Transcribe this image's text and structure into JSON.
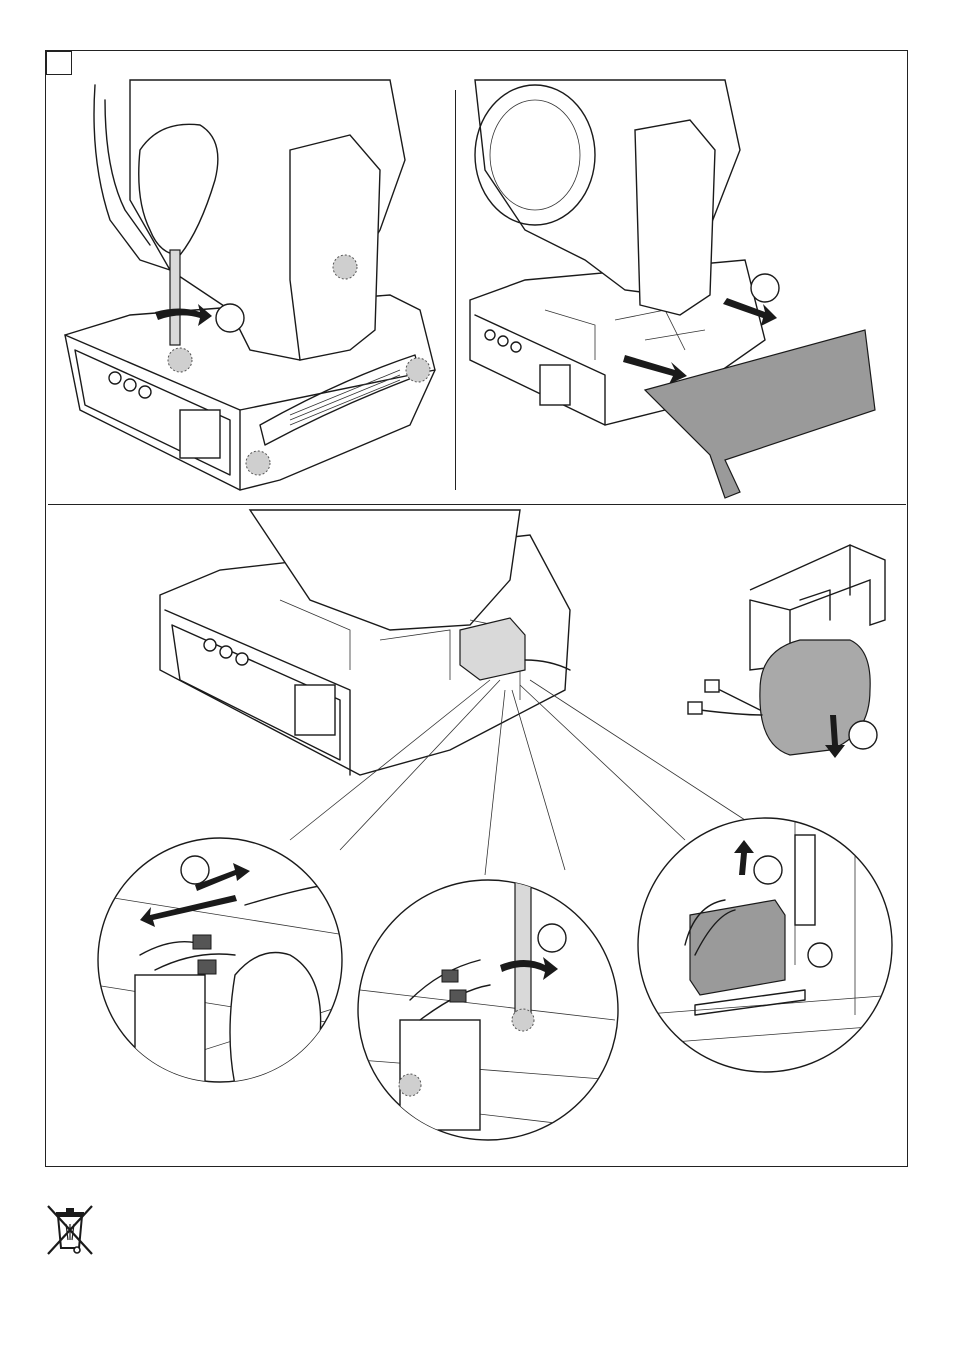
{
  "page": {
    "step_marker": "",
    "figure_panels": [
      "remove-screws",
      "lift-cover",
      "replace-battery"
    ],
    "detail_circles": [
      "disconnect-cables",
      "unscrew-bracket",
      "lift-battery"
    ],
    "disposal_icon": "crossed-out-wheelie-bin-icon"
  },
  "colors": {
    "line": "#1a1a1a",
    "shade": "#d9d9d9",
    "cover": "#9a9a9a"
  }
}
